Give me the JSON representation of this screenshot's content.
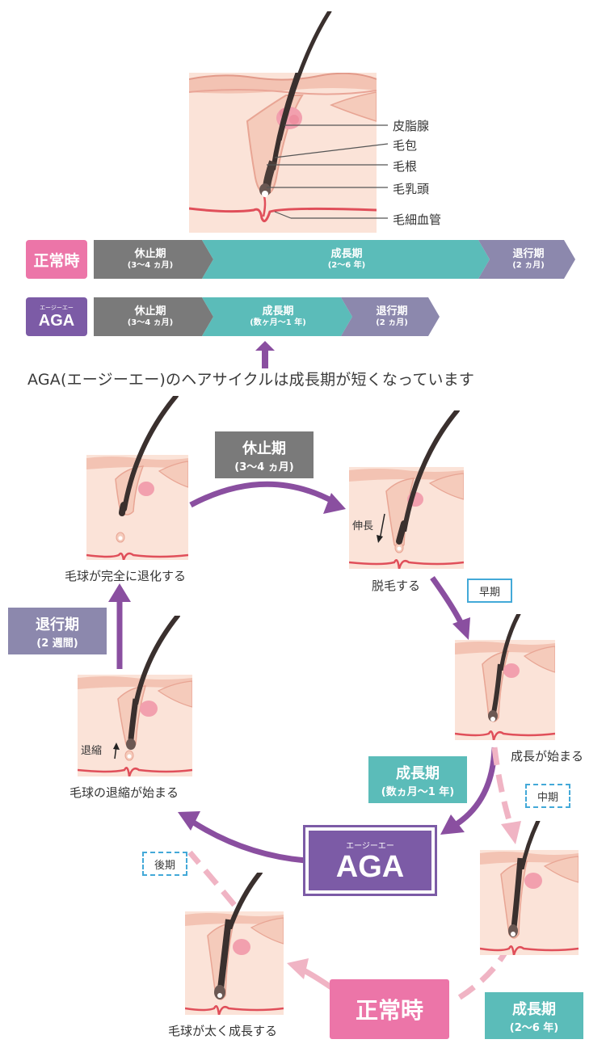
{
  "anatomy": {
    "labels": [
      "皮脂腺",
      "毛包",
      "毛根",
      "毛乳頭",
      "毛細血管"
    ]
  },
  "timeline": {
    "normal": {
      "label": "正常時",
      "segments": [
        {
          "title": "休止期",
          "sub": "(3〜4 ヵ月)"
        },
        {
          "title": "成長期",
          "sub": "(2〜6 年)"
        },
        {
          "title": "退行期",
          "sub": "(2 ヵ月)"
        }
      ]
    },
    "aga": {
      "ruby": "エージーエー",
      "label": "AGA",
      "segments": [
        {
          "title": "休止期",
          "sub": "(3〜4 ヵ月)"
        },
        {
          "title": "成長期",
          "sub": "(数ヶ月〜1 年)"
        },
        {
          "title": "退行期",
          "sub": "(2 ヵ月)"
        }
      ]
    },
    "caption": "AGA(エージーエー)のヘアサイクルは成長期が短くなっています"
  },
  "cycle": {
    "resting": {
      "title": "休止期",
      "sub": "(3〜4 ヵ月)"
    },
    "regression": {
      "title": "退行期",
      "sub": "(2 週間)"
    },
    "growth_aga": {
      "title": "成長期",
      "sub": "(数ヵ月〜1 年)"
    },
    "growth_normal": {
      "title": "成長期",
      "sub": "(2〜6 年)"
    },
    "aga_center": {
      "ruby": "エージーエー",
      "label": "AGA"
    },
    "normal_center": {
      "label": "正常時"
    },
    "stages": {
      "early": "早期",
      "middle": "中期",
      "late": "後期"
    },
    "captions": {
      "bulb_regressed": "毛球が完全に退化する",
      "shedding": "脱毛する",
      "growth_start": "成長が始まる",
      "shrink_start": "毛球の退縮が始まる",
      "bulb_thickens": "毛球が太く成長する"
    },
    "markers": {
      "elongate": "伸長",
      "shrink": "退縮"
    }
  },
  "colors": {
    "pink": "#ec75a8",
    "aga_purple": "#7c5ba6",
    "teal": "#5bbcb9",
    "gray": "#7a7a7a",
    "lavender": "#8c88ad",
    "arrow_purple": "#8a4fa0",
    "arrow_pink": "#f0b4c4",
    "stage_border": "#43a9d8"
  }
}
